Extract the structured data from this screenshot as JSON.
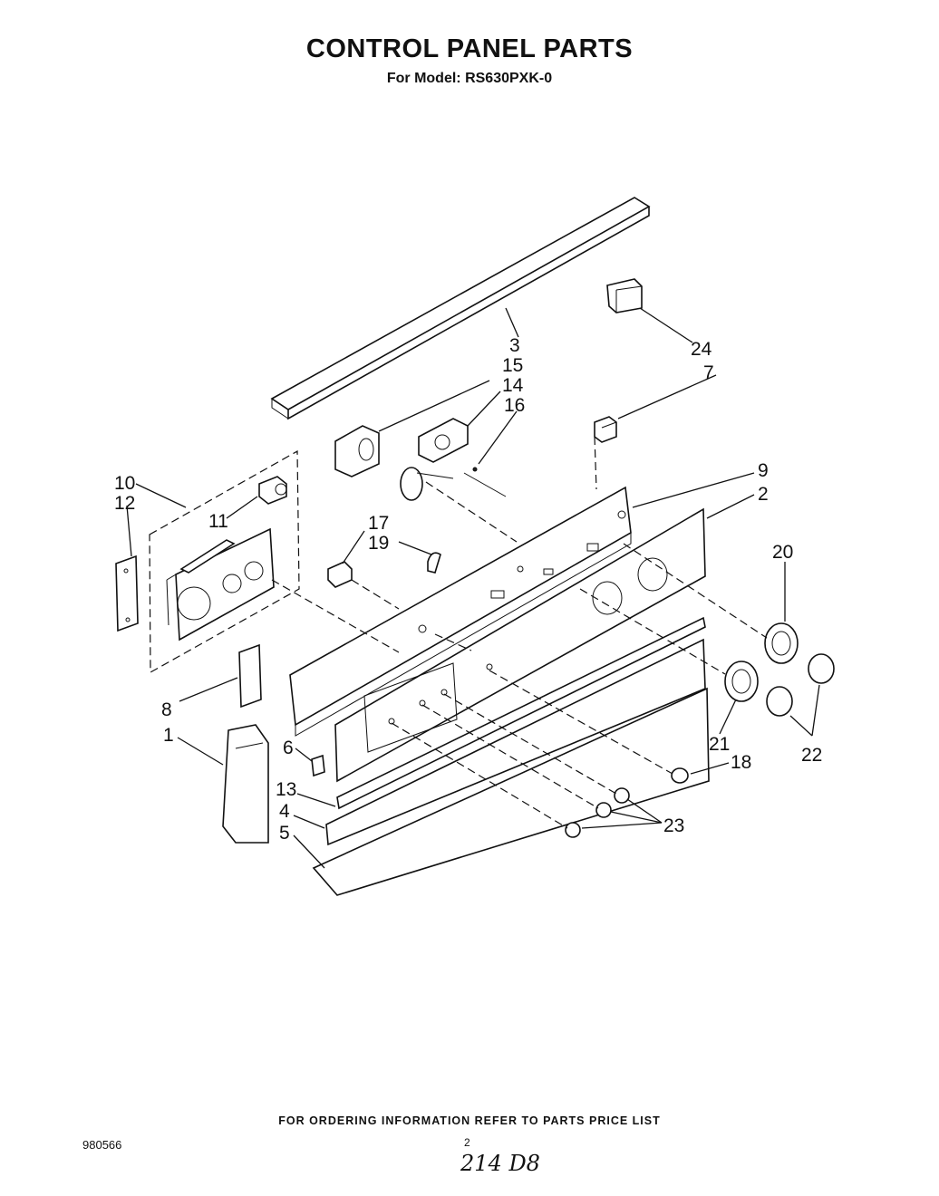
{
  "header": {
    "title": "CONTROL PANEL PARTS",
    "subtitle": "For Model: RS630PXK-0"
  },
  "callouts": {
    "c1": "1",
    "c2": "2",
    "c3": "3",
    "c4": "4",
    "c5": "5",
    "c6": "6",
    "c7": "7",
    "c8": "8",
    "c9": "9",
    "c10": "10",
    "c11": "11",
    "c12": "12",
    "c13": "13",
    "c14": "14",
    "c15": "15",
    "c16": "16",
    "c17": "17",
    "c18": "18",
    "c19": "19",
    "c20": "20",
    "c21": "21",
    "c22": "22",
    "c23": "23",
    "c24": "24"
  },
  "footer": {
    "ordering_note": "FOR ORDERING INFORMATION REFER TO PARTS PRICE LIST",
    "doc_number": "980566",
    "page_number": "2",
    "handwritten": "214 D8"
  }
}
